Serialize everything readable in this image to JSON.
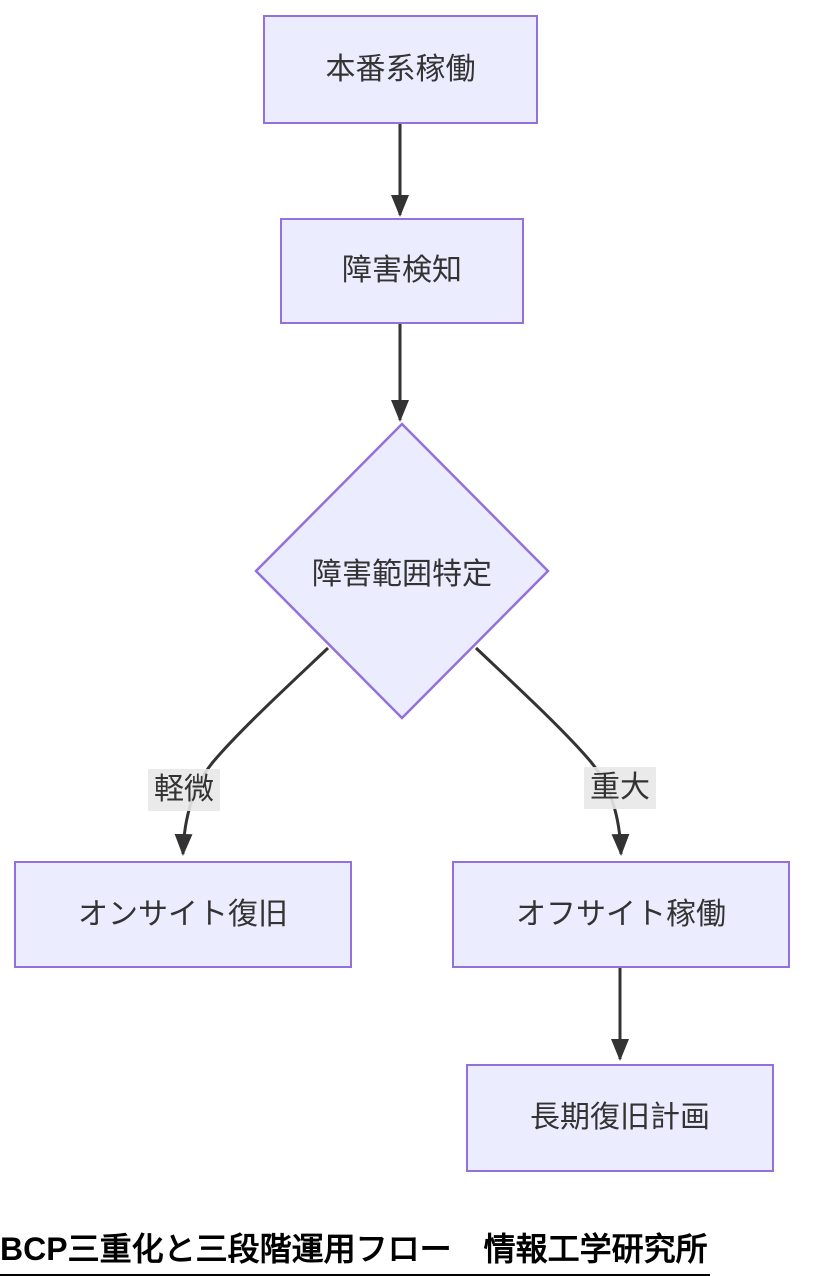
{
  "diagram": {
    "type": "flowchart-top-down",
    "nodes": {
      "production": {
        "label": "本番系稼働",
        "shape": "rect"
      },
      "detect": {
        "label": "障害検知",
        "shape": "rect"
      },
      "scope": {
        "label": "障害範囲特定",
        "shape": "diamond"
      },
      "onsite": {
        "label": "オンサイト復旧",
        "shape": "rect"
      },
      "offsite": {
        "label": "オフサイト稼働",
        "shape": "rect"
      },
      "longterm": {
        "label": "長期復旧計画",
        "shape": "rect"
      }
    },
    "edges": [
      {
        "from": "production",
        "to": "detect",
        "label": ""
      },
      {
        "from": "detect",
        "to": "scope",
        "label": ""
      },
      {
        "from": "scope",
        "to": "onsite",
        "label": "軽微"
      },
      {
        "from": "scope",
        "to": "offsite",
        "label": "重大"
      },
      {
        "from": "offsite",
        "to": "longterm",
        "label": ""
      }
    ],
    "colors": {
      "node_fill": "#ECECFF",
      "node_border": "#9370DB",
      "edge_color": "#333333",
      "label_bg": "#e8e8e8",
      "text_color": "#333333",
      "caption_color": "#000000",
      "page_bg": "#ffffff"
    }
  },
  "caption": {
    "text": "BCP三重化と三段階運用フロー　情報工学研究所"
  }
}
